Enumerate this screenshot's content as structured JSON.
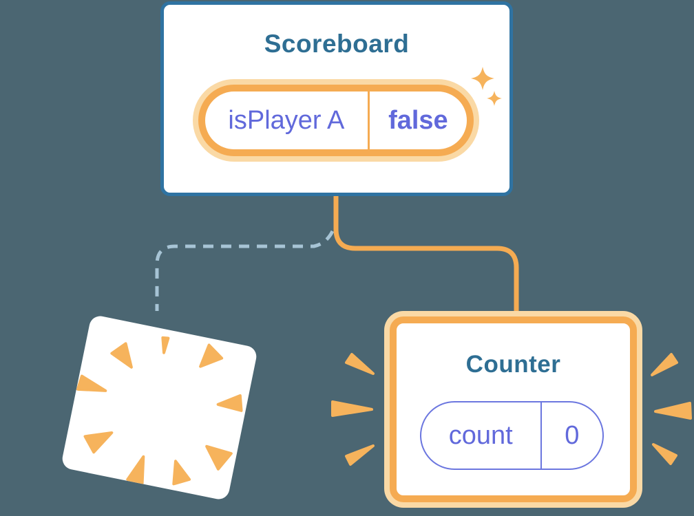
{
  "scoreboard": {
    "title": "Scoreboard",
    "state_label": "isPlayer A",
    "state_value": "false"
  },
  "counter": {
    "title": "Counter",
    "state_label": "count",
    "state_value": "0"
  },
  "icons": {
    "sparkle": "four-point-star",
    "burst": "radial-burst-rays",
    "emphasis": "triangular-emphasis-dashes"
  },
  "colors": {
    "bg": "#4B6672",
    "card_bg": "#FFFFFF",
    "card_border_blue": "#2F73A2",
    "title_blue": "#2E6E93",
    "orange": "#F5AB52",
    "orange_glow": "#FAD9A5",
    "burst_orange": "#F6B35C",
    "purple_text": "#6169DB",
    "purple_border": "#6B76DF",
    "dashed_line": "#A7C4D5"
  }
}
